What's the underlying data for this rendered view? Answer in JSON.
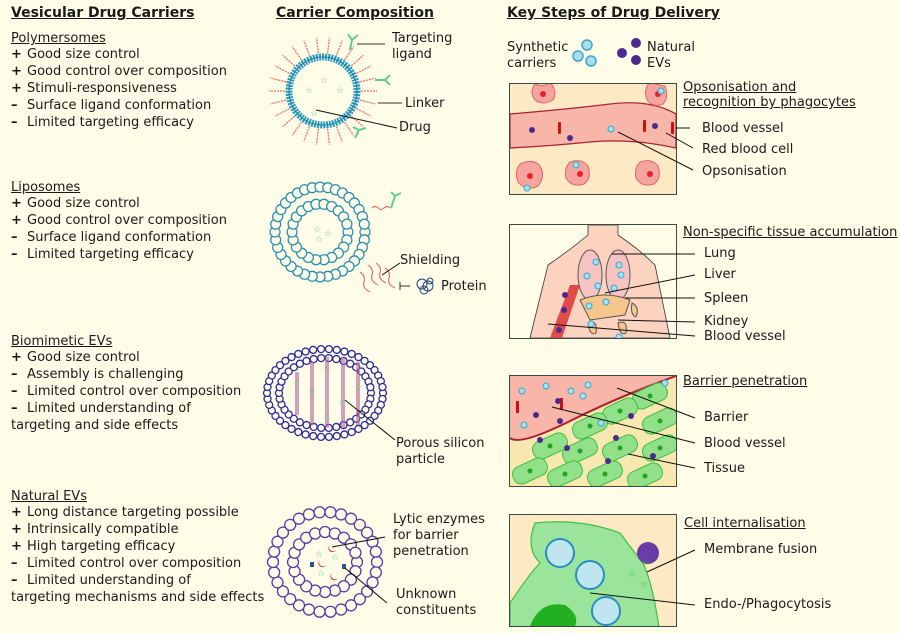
{
  "columns": {
    "carriers_title": "Vesicular Drug Carriers",
    "composition_title": "Carrier Composition",
    "delivery_title": "Key Steps of Drug Delivery"
  },
  "carriers": [
    {
      "name": "Polymersomes",
      "items": [
        {
          "sign": "+",
          "text": "Good size control"
        },
        {
          "sign": "+",
          "text": "Good control over composition"
        },
        {
          "sign": "+",
          "text": "Stimuli-responsiveness"
        },
        {
          "sign": "–",
          "text": "Surface ligand conformation"
        },
        {
          "sign": "–",
          "text": "Limited targeting efficacy"
        }
      ]
    },
    {
      "name": "Liposomes",
      "items": [
        {
          "sign": "+",
          "text": "Good size control"
        },
        {
          "sign": "+",
          "text": "Good control over composition"
        },
        {
          "sign": "–",
          "text": "Surface ligand conformation"
        },
        {
          "sign": "–",
          "text": "Limited targeting efficacy"
        }
      ]
    },
    {
      "name": "Biomimetic EVs",
      "items": [
        {
          "sign": "+",
          "text": "Good size control"
        },
        {
          "sign": "–",
          "text": "Assembly is challenging"
        },
        {
          "sign": "–",
          "text": "Limited control over composition"
        },
        {
          "sign": "–",
          "text": "Limited understanding of",
          "cont": "targeting and side effects"
        }
      ]
    },
    {
      "name": "Natural EVs",
      "items": [
        {
          "sign": "+",
          "text": "Long distance targeting possible"
        },
        {
          "sign": "+",
          "text": "Intrinsically compatible"
        },
        {
          "sign": "+",
          "text": "High targeting efficacy"
        },
        {
          "sign": "–",
          "text": "Limited control over composition"
        },
        {
          "sign": "–",
          "text": "Limited understanding of",
          "cont": "targeting mechanisms and side effects"
        }
      ]
    }
  ],
  "composition": {
    "polymersome": {
      "targeting_ligand": [
        "Targeting",
        "ligand"
      ],
      "linker": "Linker",
      "drug": "Drug"
    },
    "liposome": {
      "shielding": "Shielding",
      "protein": "Protein"
    },
    "biomimetic": {
      "porous": [
        "Porous silicon",
        "particle"
      ]
    },
    "natural": {
      "lytic": [
        "Lytic enzymes",
        "for barrier",
        "penetration"
      ],
      "unknown": [
        "Unknown",
        "constituents"
      ]
    }
  },
  "legend": {
    "synthetic": [
      "Synthetic",
      "carriers"
    ],
    "natural": [
      "Natural",
      "EVs"
    ]
  },
  "steps": [
    {
      "title": [
        "Opsonisation and",
        "recognition by phagocytes"
      ],
      "labels": [
        "Blood vessel",
        "Red blood cell",
        "Opsonisation"
      ]
    },
    {
      "title": [
        "Non-specific tissue accumulation"
      ],
      "labels": [
        "Lung",
        "Liver",
        "Spleen",
        "Kidney",
        "Blood vessel"
      ]
    },
    {
      "title": [
        "Barrier penetration"
      ],
      "labels": [
        "Barrier",
        "Blood vessel",
        "Tissue"
      ]
    },
    {
      "title": [
        "Cell internalisation"
      ],
      "labels": [
        "Membrane fusion",
        "Endo-/Phagocytosis"
      ]
    }
  ],
  "colors": {
    "background": "#fffde8",
    "synthetic_blue": "#3aa6c9",
    "ev_purple": "#4b2a8c",
    "ligand_green": "#5fcf8a",
    "linker_red": "#e8706a",
    "panel_fill": "#fde9c4",
    "vessel_pink": "#f7b6a8",
    "tissue_green": "#93e08a"
  }
}
